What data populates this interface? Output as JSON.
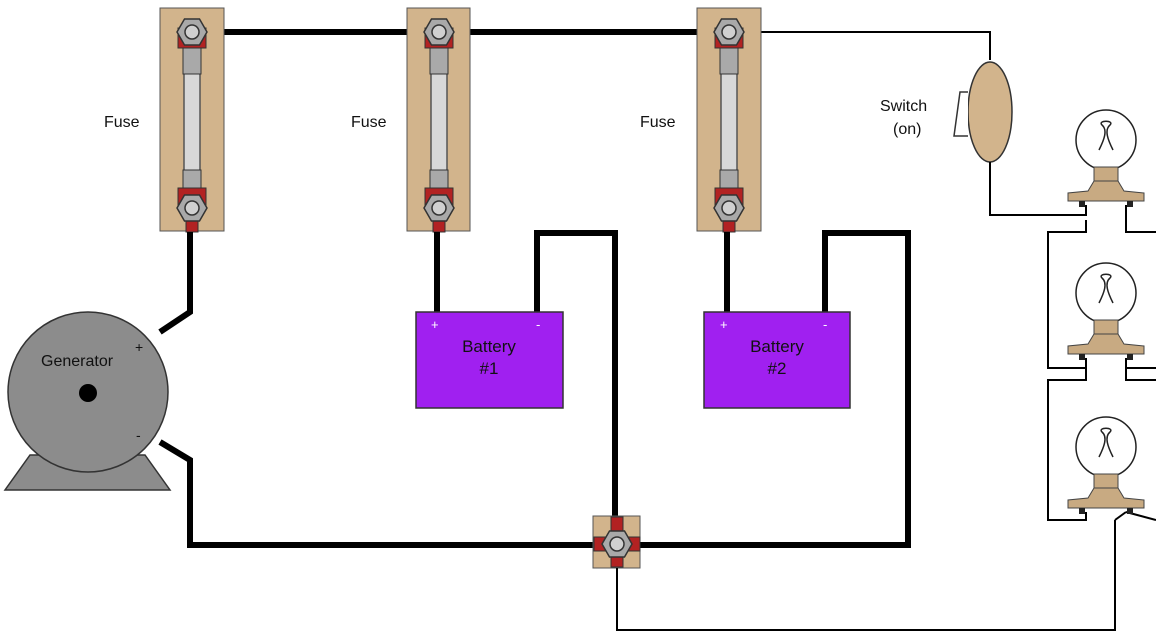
{
  "labels": {
    "fuse1": "Fuse",
    "fuse2": "Fuse",
    "fuse3": "Fuse",
    "switch_line1": "Switch",
    "switch_line2": "(on)",
    "generator": "Generator",
    "gen_plus": "+",
    "gen_minus": "-",
    "battery1_line1": "Battery",
    "battery1_line2": "#1",
    "battery1_plus": "+",
    "battery1_minus": "-",
    "battery2_line1": "Battery",
    "battery2_line2": "#2",
    "battery2_plus": "+",
    "battery2_minus": "-"
  },
  "colors": {
    "wire": "#000000",
    "fuse_block": "#d2b48c",
    "terminal_red": "#b22222",
    "nut_gray": "#a9a9a9",
    "battery": "#a020f0",
    "generator": "#8c8c8c",
    "lamp_base": "#c8aa82"
  }
}
